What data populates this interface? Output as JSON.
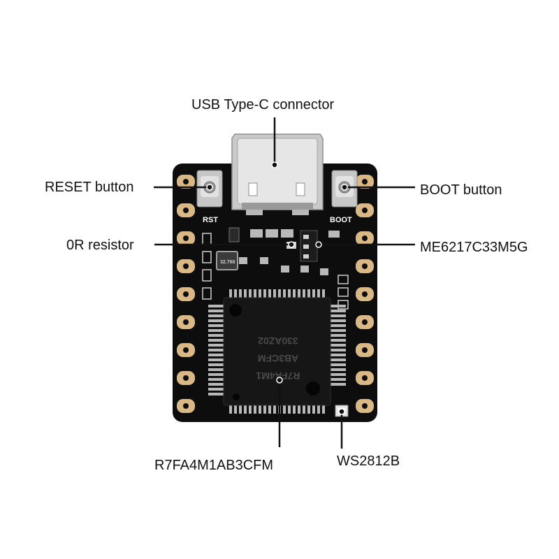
{
  "title": "Board component callouts",
  "labels": {
    "usb": "USB Type-C connector",
    "reset": "RESET button",
    "boot": "BOOT button",
    "resistor": "0R resistor",
    "regulator": "ME6217C33M5G",
    "mcu": "R7FA4M1AB3CFM",
    "led": "WS2812B"
  },
  "silkscreen": {
    "rst": "RST",
    "boot": "BOOT",
    "chip_line1": "R7FA4M1",
    "chip_line2": "AB3CFM",
    "chip_line3": "330AZ02",
    "crystal": "32.768"
  },
  "colors": {
    "pcb": "#0d0d0d",
    "pad": "#d9b884",
    "chip": "#161616",
    "pin": "#b8b8b8",
    "usb": "#c9c9c9",
    "leader": "#111111"
  }
}
